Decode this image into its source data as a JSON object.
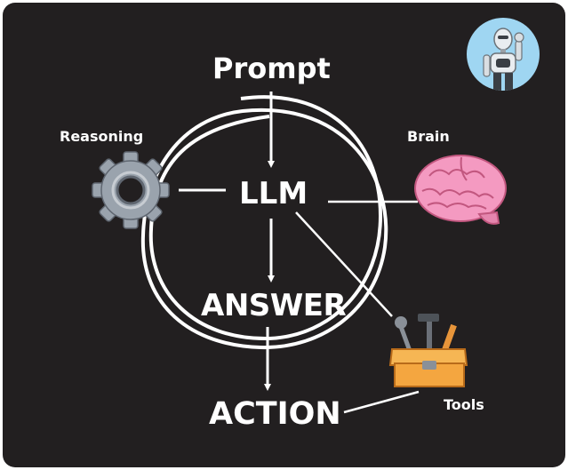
{
  "labels": {
    "prompt": "Prompt",
    "llm": "LLM",
    "answer": "ANSWER",
    "action": "ACTION",
    "reasoning": "Reasoning",
    "brain": "Brain",
    "tools": "Tools"
  },
  "icons": {
    "reasoning": "gear-icon",
    "brain": "brain-icon",
    "tools": "toolbox-icon",
    "avatar": "robot-avatar-icon"
  },
  "colors": {
    "background": "#221f20",
    "stroke": "#ffffff",
    "avatar_bg": "#9fd6f2",
    "brain": "#f49ac1",
    "toolbox": "#f4a640",
    "gear": "#9aa3ad"
  }
}
